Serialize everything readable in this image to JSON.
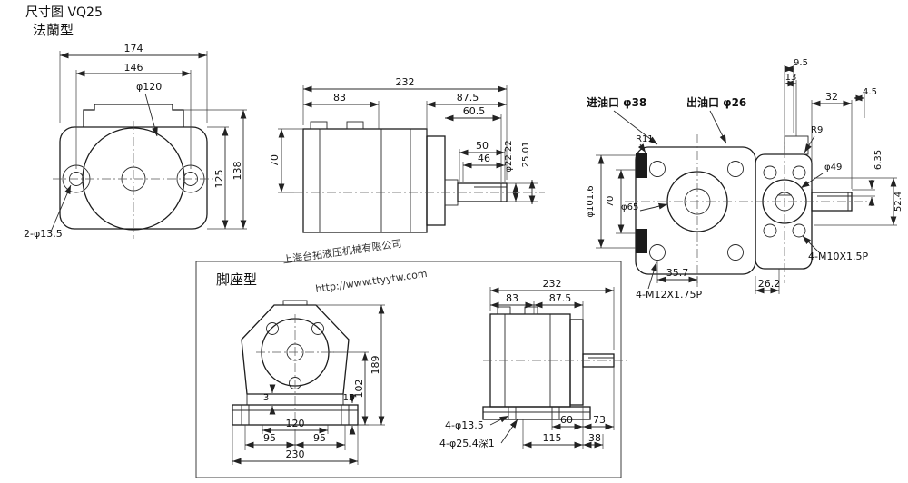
{
  "title": "尺寸图 VQ25",
  "watermark": {
    "company": "上海台拓液压机械有限公司",
    "url": "http://www.ttyytw.com",
    "color": "#2257cc"
  },
  "flange": {
    "section_label": "法蘭型",
    "front": {
      "width_outer": "174",
      "hole_spacing": "146",
      "pilot_dia": "φ120",
      "height_plate": "125",
      "height_total": "138",
      "mount_holes": "2-φ13.5"
    },
    "side": {
      "length_total": "232",
      "len_83": "83",
      "len_87_5": "87.5",
      "len_60_5": "60.5",
      "len_50": "50",
      "len_46": "46",
      "height_70": "70",
      "shaft_dia": "φ22.22",
      "key_height": "25.01"
    },
    "rear": {
      "inlet_label": "进油口 φ38",
      "outlet_label": "出油口 φ26",
      "dim_9_5": "9.5",
      "dim_13": "13",
      "dim_32": "32",
      "dim_4_5": "4.5",
      "radius_r11": "R11",
      "radius_r9": "R9",
      "dia_49": "φ49",
      "dia_65": "φ65",
      "pilot_dia": "φ101.6",
      "dim_70": "70",
      "key_width": "6.35",
      "dim_52_4": "52.4",
      "dim_35_7": "35.7",
      "dim_26_2": "26.2",
      "bolts_main": "4-M12X1.75P",
      "bolts_cover": "4-M10X1.5P"
    }
  },
  "foot": {
    "section_label": "脚座型",
    "front": {
      "height_total": "189",
      "height_102": "102",
      "dim_3": "3",
      "dim_15": "15",
      "width_120": "120",
      "spacing_95_left": "95",
      "spacing_95_right": "95",
      "width_total": "230"
    },
    "side": {
      "length_total": "232",
      "len_83": "83",
      "len_87_5": "87.5",
      "len_60": "60",
      "len_73": "73",
      "len_115": "115",
      "len_38": "38",
      "mount_holes": "4-φ13.5",
      "counterbore": "4-φ25.4深1"
    }
  }
}
